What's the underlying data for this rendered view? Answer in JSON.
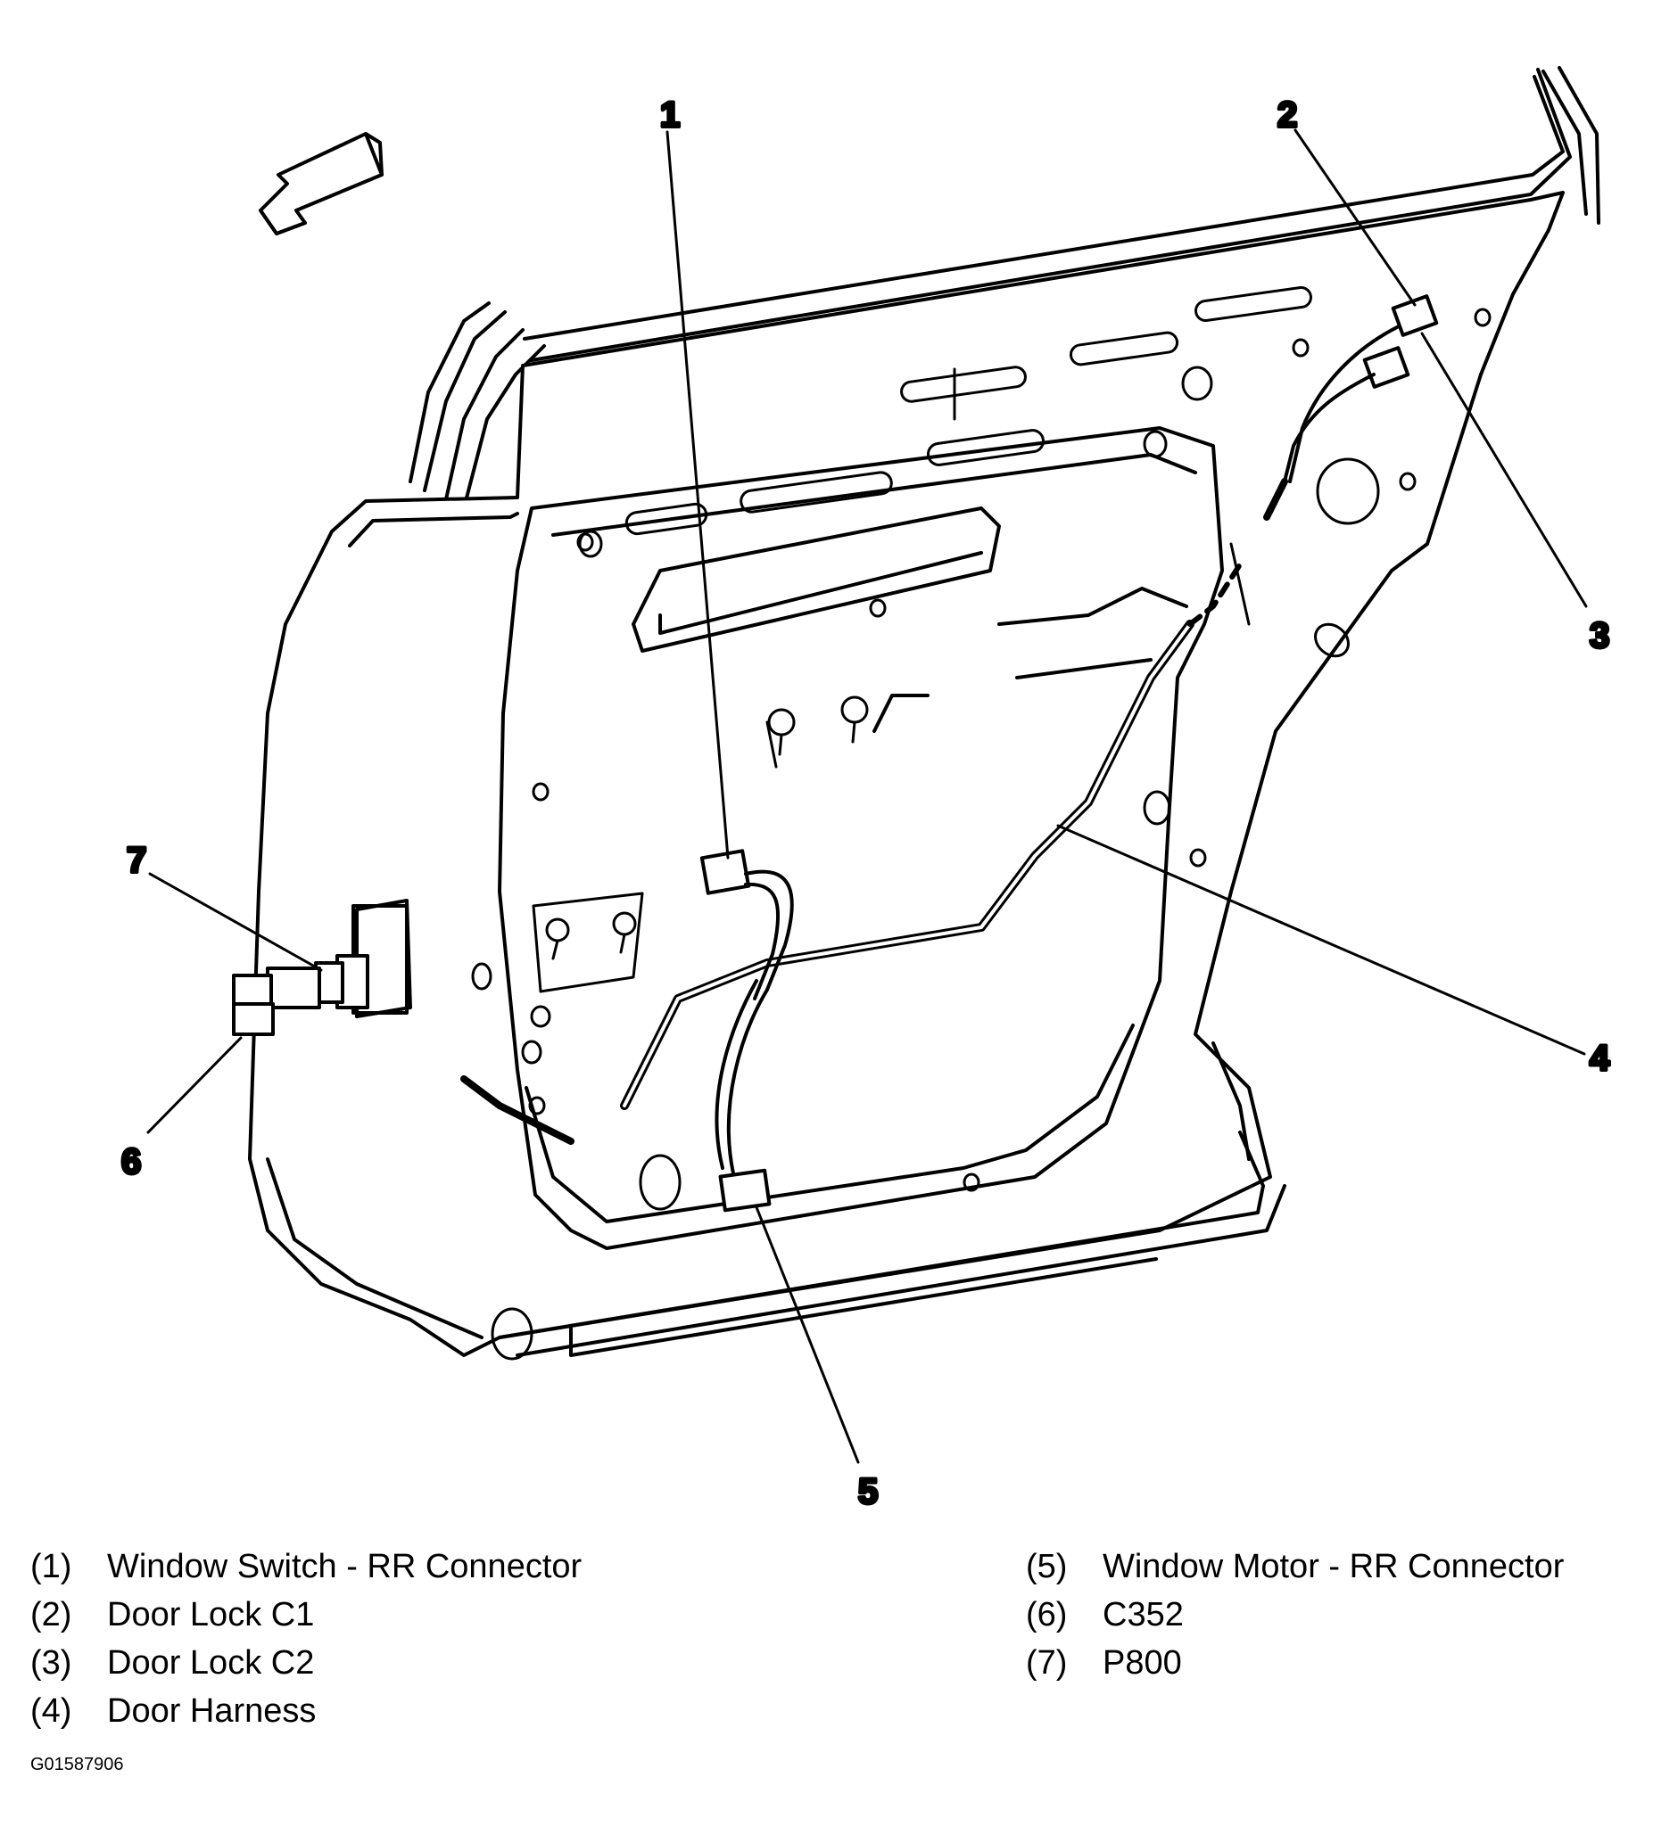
{
  "callouts": [
    "1",
    "2",
    "3",
    "4",
    "5",
    "6",
    "7"
  ],
  "legend": [
    {
      "num": "(1)",
      "label": "Window Switch - RR Connector"
    },
    {
      "num": "(2)",
      "label": "Door Lock C1"
    },
    {
      "num": "(3)",
      "label": "Door Lock C2"
    },
    {
      "num": "(4)",
      "label": "Door Harness"
    },
    {
      "num": "(5)",
      "label": "Window Motor - RR Connector"
    },
    {
      "num": "(6)",
      "label": "C352"
    },
    {
      "num": "(7)",
      "label": "P800"
    }
  ],
  "figure_id": "G01587906",
  "icons": [
    "front-direction-arrow-icon"
  ]
}
